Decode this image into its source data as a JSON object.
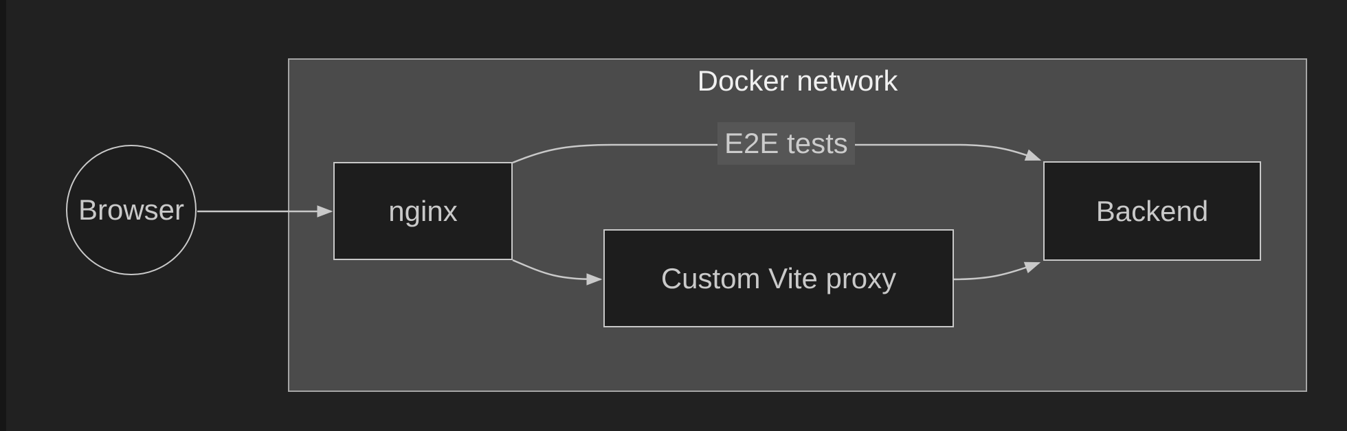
{
  "page": {
    "background_color": "#212121",
    "left_edge_strip_color": "#161616"
  },
  "diagram": {
    "type": "flowchart",
    "direction": "left-to-right",
    "cluster": {
      "title": "Docker network",
      "fill": "#4b4b4b",
      "border_color": "#a6a6a6",
      "title_color": "#f0f0f0"
    },
    "nodes": {
      "browser": {
        "label": "Browser",
        "shape": "circle"
      },
      "nginx": {
        "label": "nginx",
        "shape": "rectangle"
      },
      "proxy": {
        "label": "Custom Vite proxy",
        "shape": "rectangle"
      },
      "backend": {
        "label": "Backend",
        "shape": "rectangle"
      }
    },
    "edges": [
      {
        "from": "Browser",
        "to": "nginx",
        "label": ""
      },
      {
        "from": "nginx",
        "to": "Backend",
        "label": "E2E tests"
      },
      {
        "from": "nginx",
        "to": "Custom Vite proxy",
        "label": ""
      },
      {
        "from": "Custom Vite proxy",
        "to": "Backend",
        "label": ""
      }
    ],
    "colors": {
      "node_fill": "#1d1d1d",
      "node_border": "#c9c9c9",
      "node_text": "#c9c9c9",
      "edge_stroke": "#c9c9c9",
      "arrowhead_fill": "#c9c9c9",
      "edge_label_bg": "#565656",
      "edge_label_text": "#cccccc"
    }
  }
}
